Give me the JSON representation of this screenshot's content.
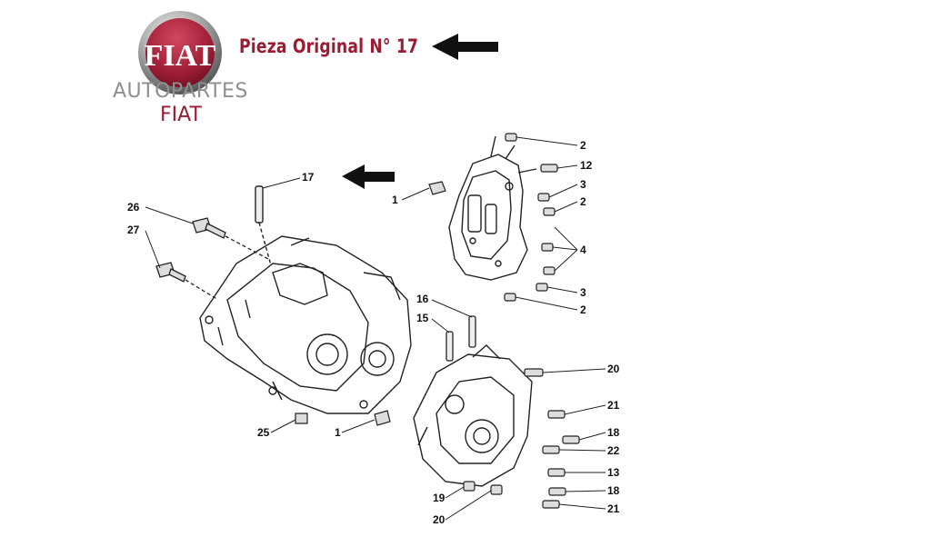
{
  "header": {
    "logo_text": "FIAT",
    "brand_line1": "AUTOPARTES",
    "brand_line2": "FIAT",
    "title": "Pieza Original N° 17",
    "brand_color": "#9a1c33"
  },
  "icons": {
    "pointer": "arrow-left-icon",
    "logo": "fiat-badge-icon"
  },
  "callouts": {
    "c1": "2",
    "c2": "12",
    "c3": "3",
    "c4": "2",
    "c5": "4",
    "c6": "3",
    "c7": "2",
    "c8": "1",
    "c9": "17",
    "c10": "26",
    "c11": "27",
    "c12": "16",
    "c13": "15",
    "c14": "20",
    "c15": "21",
    "c16": "18",
    "c17": "22",
    "c18": "13",
    "c19": "18",
    "c20": "21",
    "c21": "25",
    "c22": "1",
    "c23": "19",
    "c24": "20"
  }
}
